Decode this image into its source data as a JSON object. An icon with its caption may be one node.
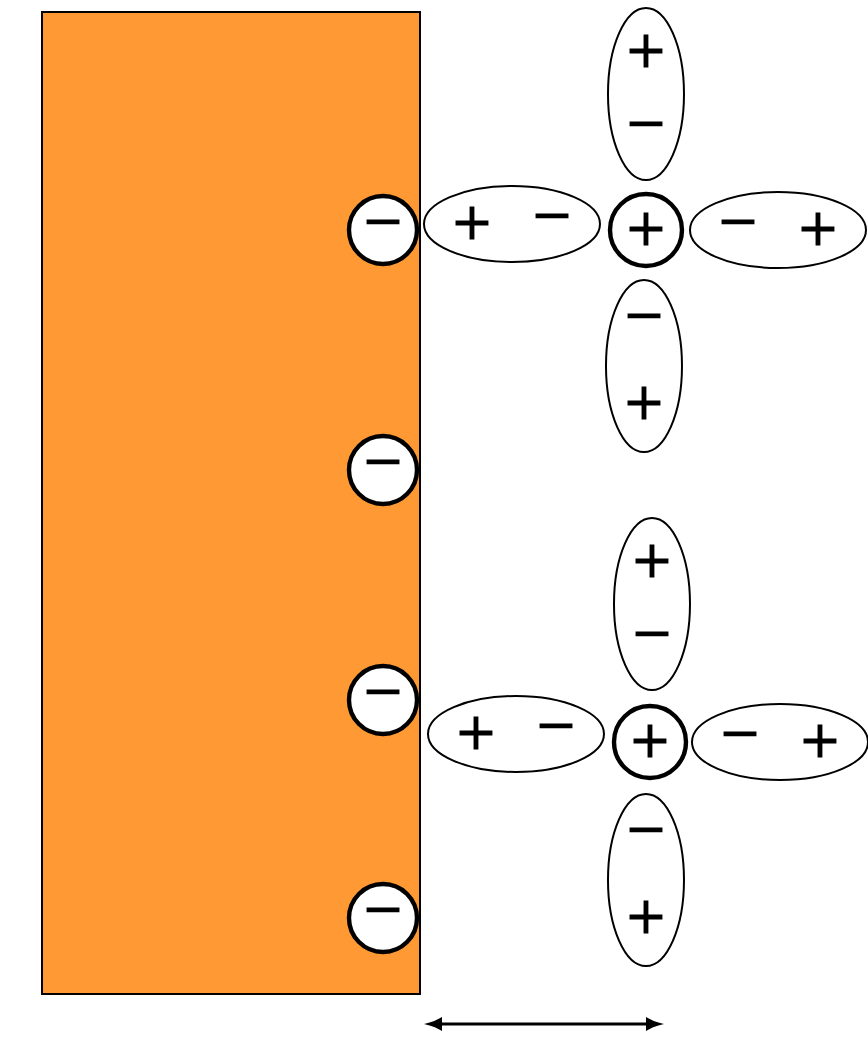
{
  "diagram": {
    "nodes": [
      {
        "text": [],
        "shape": "box"
      },
      {
        "text": [
          "−"
        ],
        "in": 0
      },
      {
        "text": [
          "−"
        ],
        "in": 0
      },
      {
        "text": [
          "−"
        ],
        "in": 0
      },
      {
        "text": [
          "−"
        ],
        "in": 0
      },
      {
        "text": [
          "+",
          "−"
        ]
      },
      {
        "text": [
          "+"
        ]
      },
      {
        "text": [
          "−",
          "+"
        ]
      },
      {
        "text": [
          "+",
          "−"
        ]
      },
      {
        "text": [
          "−",
          "+"
        ]
      },
      {
        "text": [
          "+",
          "−"
        ]
      },
      {
        "text": [
          "+"
        ]
      },
      {
        "text": [
          "−",
          "+"
        ]
      },
      {
        "text": [
          "+",
          "−"
        ]
      },
      {
        "text": [
          "−",
          "+"
        ]
      }
    ],
    "edges": []
  }
}
